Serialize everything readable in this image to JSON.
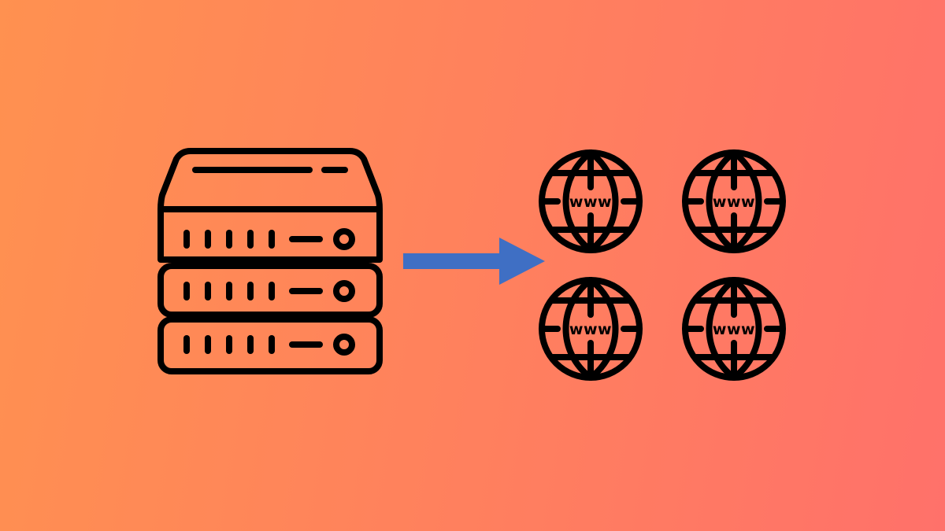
{
  "colors": {
    "background_start": "#FF9150",
    "background_end": "#FF716A",
    "icon_stroke": "#000000",
    "arrow": "#3F6FC4"
  },
  "server": {
    "icon": "server-rack-icon",
    "units": 3
  },
  "arrow": {
    "icon": "arrow-right-icon",
    "direction": "right"
  },
  "websites": [
    {
      "icon": "globe-icon",
      "label": "www"
    },
    {
      "icon": "globe-icon",
      "label": "www"
    },
    {
      "icon": "globe-icon",
      "label": "www"
    },
    {
      "icon": "globe-icon",
      "label": "www"
    }
  ]
}
